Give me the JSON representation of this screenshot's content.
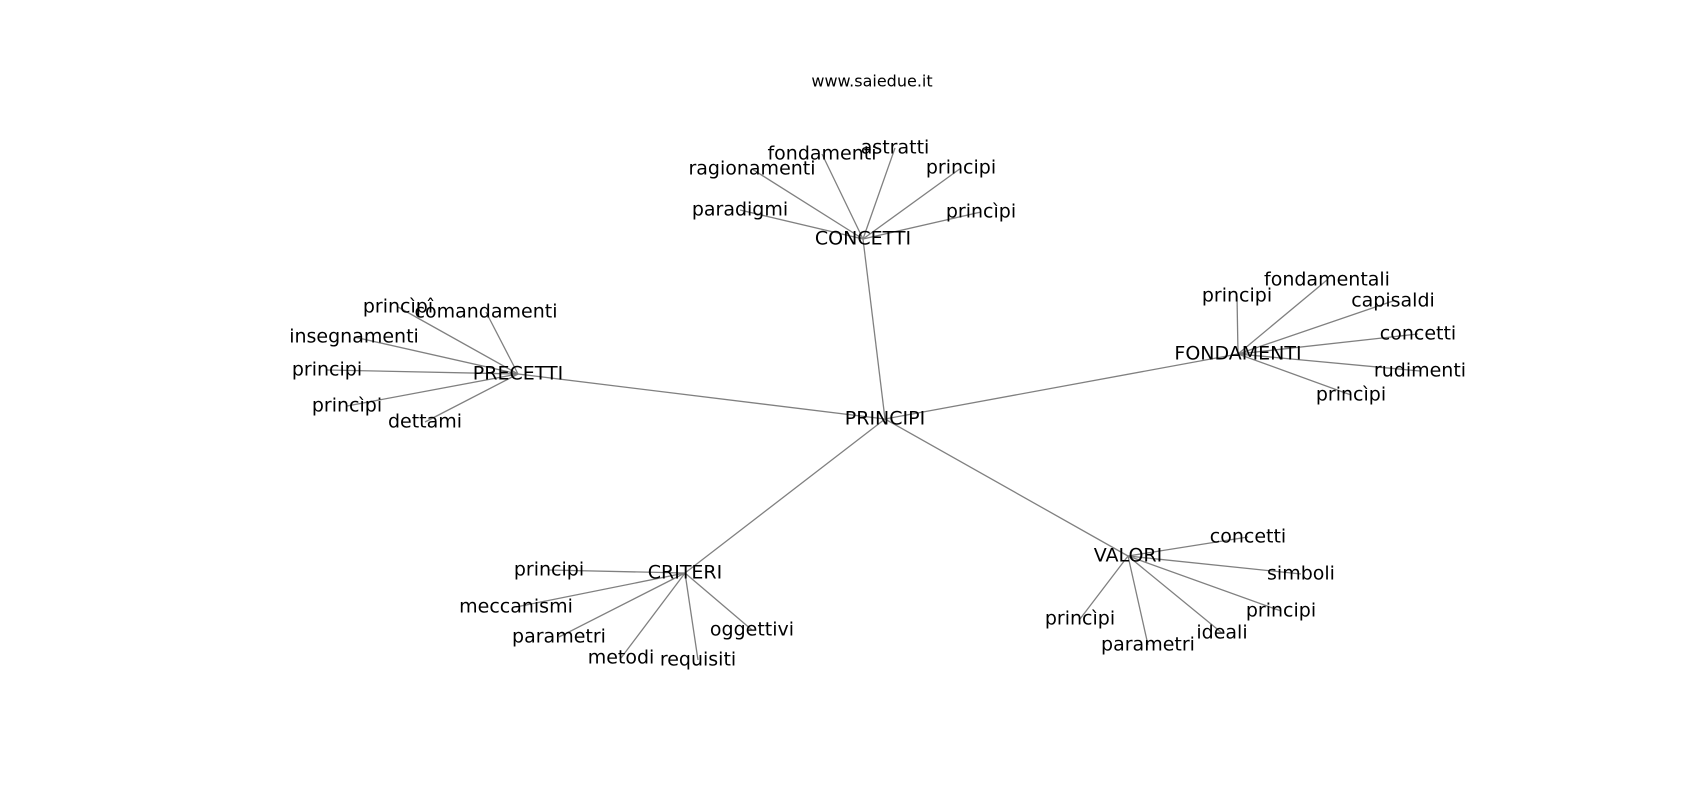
{
  "header": {
    "site": "www.saiedue.it"
  },
  "graph": {
    "root": "PRINCIPI",
    "branches": [
      {
        "label": "CONCETTI",
        "leaves": [
          "ragionamenti",
          "fondamenti",
          "astratti",
          "principi",
          "paradigmi",
          "princìpi"
        ]
      },
      {
        "label": "PRECETTI",
        "leaves": [
          "princìpî",
          "comandamenti",
          "insegnamenti",
          "principi",
          "princìpi",
          "dettami"
        ]
      },
      {
        "label": "FONDAMENTI",
        "leaves": [
          "principi",
          "fondamentali",
          "capisaldi",
          "concetti",
          "rudimenti",
          "princìpi"
        ]
      },
      {
        "label": "CRITERI",
        "leaves": [
          "principi",
          "meccanismi",
          "parametri",
          "metodi",
          "requisiti",
          "oggettivi"
        ]
      },
      {
        "label": "VALORI",
        "leaves": [
          "concetti",
          "simboli",
          "principi",
          "ideali",
          "parametri",
          "princìpi"
        ]
      }
    ]
  }
}
